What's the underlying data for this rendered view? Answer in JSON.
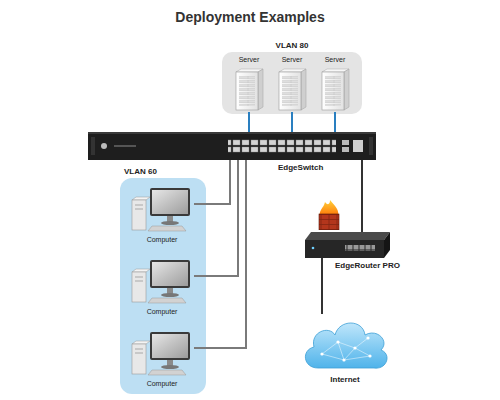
{
  "diagram": {
    "title": "Deployment Examples",
    "nodes": [
      {
        "text": [
          "VLAN 80"
        ]
      },
      {
        "text": [
          "Server"
        ],
        "in": 0
      },
      {
        "text": [
          "Server"
        ],
        "in": 0
      },
      {
        "text": [
          "Server"
        ],
        "in": 0
      },
      {
        "text": [
          "EdgeSwitch"
        ]
      },
      {
        "text": [
          "VLAN 60"
        ]
      },
      {
        "text": [
          "Computer"
        ],
        "in": 5
      },
      {
        "text": [
          "Computer"
        ],
        "in": 5
      },
      {
        "text": [
          "Computer"
        ],
        "in": 5
      },
      {
        "text": [
          "EdgeRouter PRO"
        ]
      },
      {
        "text": [
          "Internet"
        ]
      }
    ],
    "edges": [
      {
        "from": 1,
        "to": 4,
        "arrow": "none"
      },
      {
        "from": 2,
        "to": 4,
        "arrow": "none"
      },
      {
        "from": 3,
        "to": 4,
        "arrow": "none"
      },
      {
        "from": 4,
        "to": 6,
        "arrow": "none"
      },
      {
        "from": 4,
        "to": 7,
        "arrow": "none"
      },
      {
        "from": 4,
        "to": 8,
        "arrow": "none"
      },
      {
        "from": 4,
        "to": 9,
        "arrow": "none"
      },
      {
        "from": 9,
        "to": 10,
        "arrow": "none"
      }
    ]
  }
}
